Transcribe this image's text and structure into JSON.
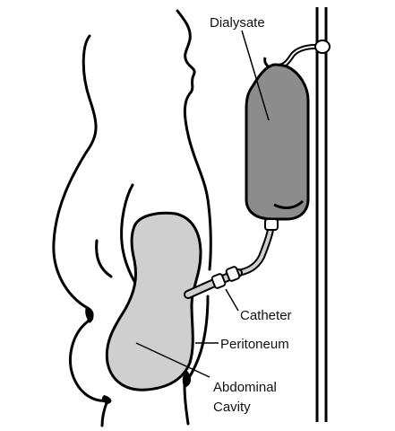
{
  "diagram": {
    "labels": {
      "dialysate": "Dialysate",
      "catheter": "Catheter",
      "peritoneum": "Peritoneum",
      "abdominal_cavity_line1": "Abdominal",
      "abdominal_cavity_line2": "Cavity"
    },
    "colors": {
      "outline": "#000000",
      "bag_fill": "#8c8c8c",
      "cavity_fill": "#cfcfcf",
      "background": "#ffffff"
    }
  }
}
